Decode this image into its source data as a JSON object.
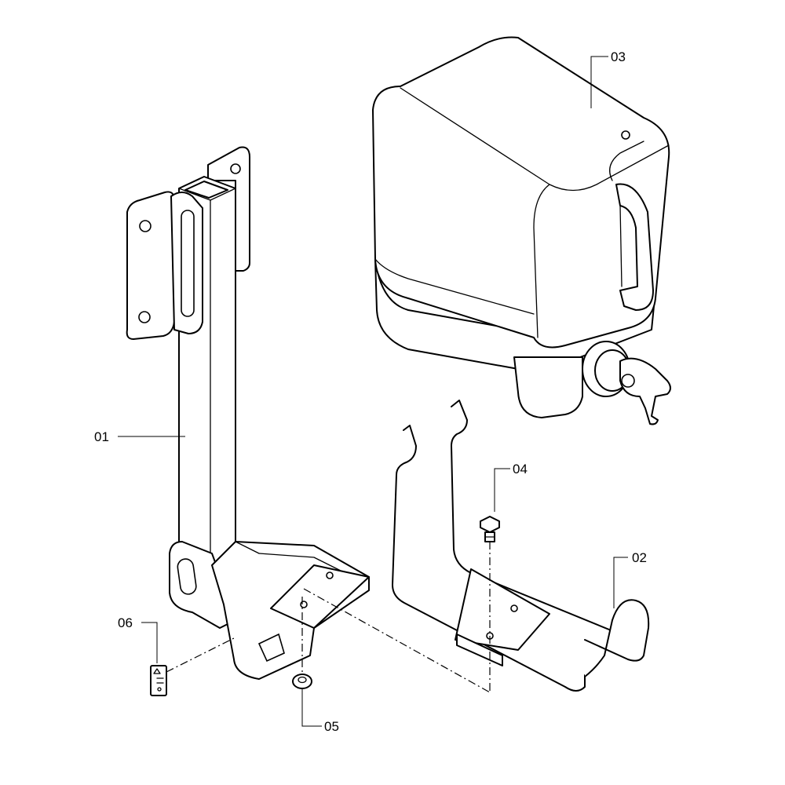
{
  "callouts": [
    {
      "id": "c01",
      "label": "01"
    },
    {
      "id": "c02",
      "label": "02"
    },
    {
      "id": "c03",
      "label": "03"
    },
    {
      "id": "c04",
      "label": "04"
    },
    {
      "id": "c05",
      "label": "05"
    },
    {
      "id": "c06",
      "label": "06"
    }
  ],
  "colors": {
    "line": "#000000",
    "background": "#ffffff"
  }
}
